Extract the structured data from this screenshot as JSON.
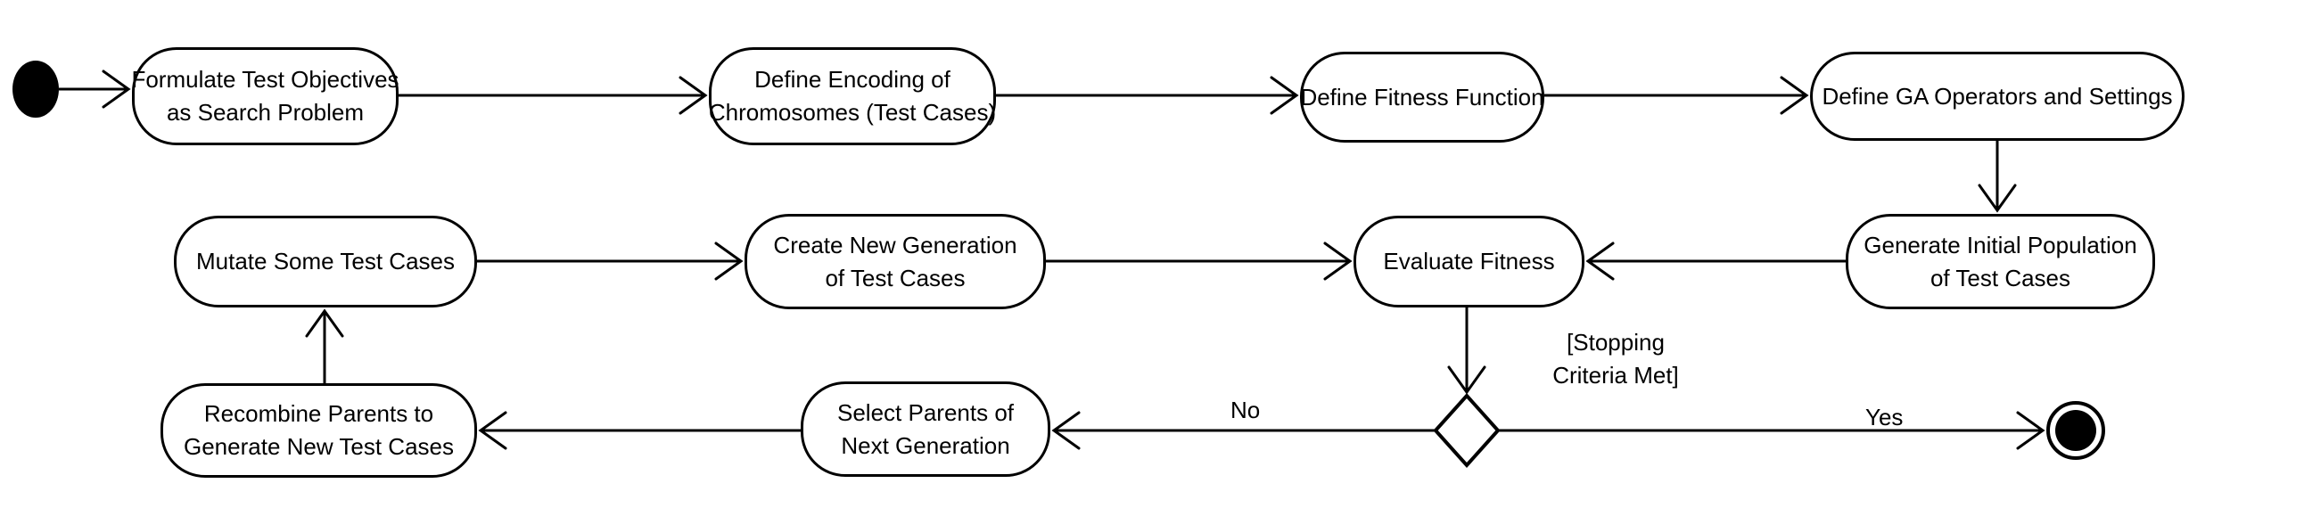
{
  "diagram": {
    "type": "uml-activity-diagram",
    "background_color": "#ffffff",
    "line_color": "#000000",
    "text_color": "#000000",
    "nodes": {
      "start": {
        "kind": "initial-node"
      },
      "formulate": {
        "label": "Formulate Test Objectives\nas Search Problem"
      },
      "encoding": {
        "label": "Define Encoding of\nChromosomes (Test Cases)"
      },
      "fitness_function": {
        "label": "Define Fitness Function"
      },
      "ga_operators": {
        "label": "Define GA Operators and Settings"
      },
      "generate_initial_population": {
        "label": "Generate Initial Population\nof Test Cases"
      },
      "evaluate_fitness": {
        "label": "Evaluate Fitness"
      },
      "create_new_generation": {
        "label": "Create New Generation\nof Test Cases"
      },
      "mutate": {
        "label": "Mutate Some Test Cases"
      },
      "recombine": {
        "label": "Recombine Parents to\nGenerate New Test Cases"
      },
      "select_parents": {
        "label": "Select Parents of\nNext Generation"
      },
      "decision": {
        "kind": "decision-diamond",
        "condition": "[Stopping\nCriteria Met]"
      },
      "end": {
        "kind": "final-node"
      }
    },
    "edge_labels": {
      "stopping_criteria": "[Stopping\nCriteria Met]",
      "yes": "Yes",
      "no": "No"
    }
  }
}
